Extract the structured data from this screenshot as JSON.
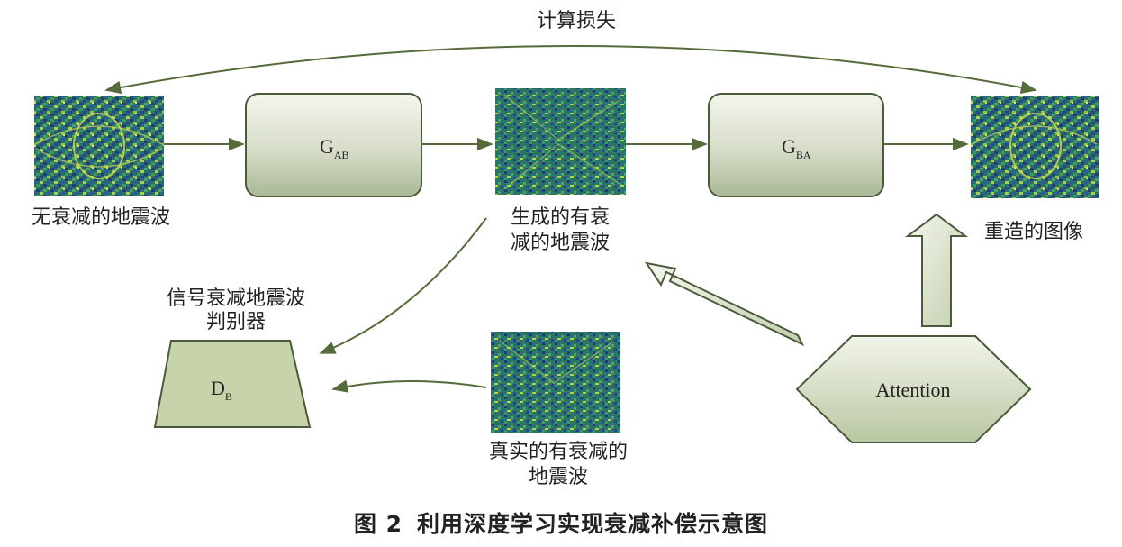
{
  "top_label": "计算损失",
  "nodes": {
    "input_label": "无衰减的地震波",
    "generated_label_line1": "生成的有衰",
    "generated_label_line2": "减的地震波",
    "reconstructed_label": "重造的图像",
    "real_label_line1": "真实的有衰减的",
    "real_label_line2": "地震波",
    "discriminator_title_line1": "信号衰减地震波",
    "discriminator_title_line2": "判别器"
  },
  "generators": {
    "gab": {
      "main": "G",
      "sub": "AB"
    },
    "gba": {
      "main": "G",
      "sub": "BA"
    }
  },
  "discriminator": {
    "main": "D",
    "sub": "B"
  },
  "attention": "Attention",
  "caption": {
    "fig": "图 2",
    "text": "利用深度学习实现衰减补偿示意图"
  },
  "colors": {
    "box_fill_light": "#eef2e6",
    "box_fill_dark": "#b8c4a6",
    "box_stroke": "#4a5a3a",
    "trapezoid_fill": "#c7d3ab",
    "arrow": "#556b3a",
    "seismic_dark": "#1f3f7a",
    "seismic_green": "#2f8a60",
    "seismic_yellow": "#c9d94a"
  }
}
